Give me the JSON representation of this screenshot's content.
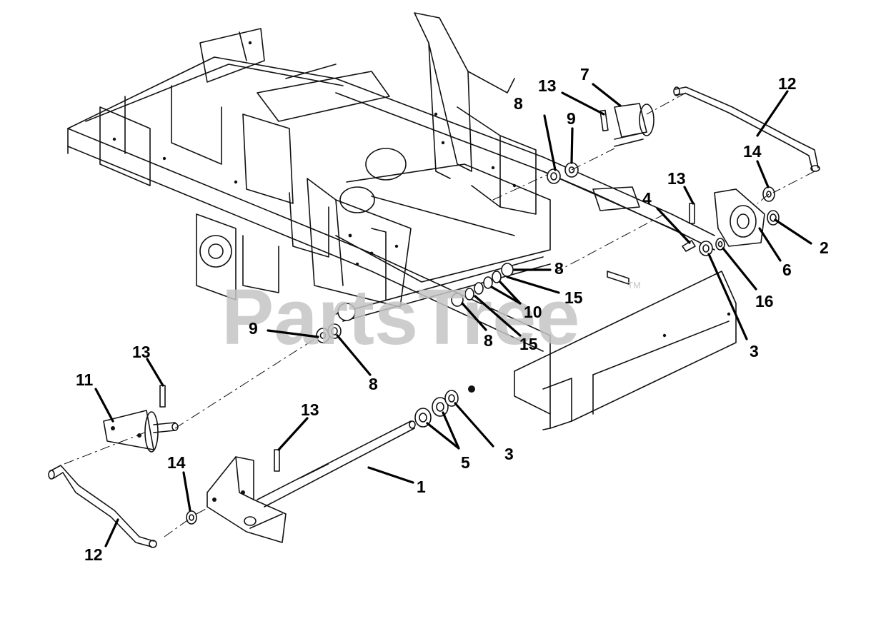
{
  "watermark": {
    "text": "PartsTree",
    "trademark": "TM"
  },
  "callouts": [
    {
      "id": "c-1",
      "label": "1"
    },
    {
      "id": "c-2",
      "label": "2"
    },
    {
      "id": "c-3a",
      "label": "3"
    },
    {
      "id": "c-3b",
      "label": "3"
    },
    {
      "id": "c-4",
      "label": "4"
    },
    {
      "id": "c-5",
      "label": "5"
    },
    {
      "id": "c-6",
      "label": "6"
    },
    {
      "id": "c-7",
      "label": "7"
    },
    {
      "id": "c-8a",
      "label": "8"
    },
    {
      "id": "c-8b",
      "label": "8"
    },
    {
      "id": "c-8c",
      "label": "8"
    },
    {
      "id": "c-8d",
      "label": "8"
    },
    {
      "id": "c-9a",
      "label": "9"
    },
    {
      "id": "c-9b",
      "label": "9"
    },
    {
      "id": "c-10",
      "label": "10"
    },
    {
      "id": "c-11",
      "label": "11"
    },
    {
      "id": "c-12a",
      "label": "12"
    },
    {
      "id": "c-12b",
      "label": "12"
    },
    {
      "id": "c-13a",
      "label": "13"
    },
    {
      "id": "c-13b",
      "label": "13"
    },
    {
      "id": "c-13c",
      "label": "13"
    },
    {
      "id": "c-13d",
      "label": "13"
    },
    {
      "id": "c-14a",
      "label": "14"
    },
    {
      "id": "c-14b",
      "label": "14"
    },
    {
      "id": "c-15a",
      "label": "15"
    },
    {
      "id": "c-15b",
      "label": "15"
    },
    {
      "id": "c-16",
      "label": "16"
    }
  ]
}
